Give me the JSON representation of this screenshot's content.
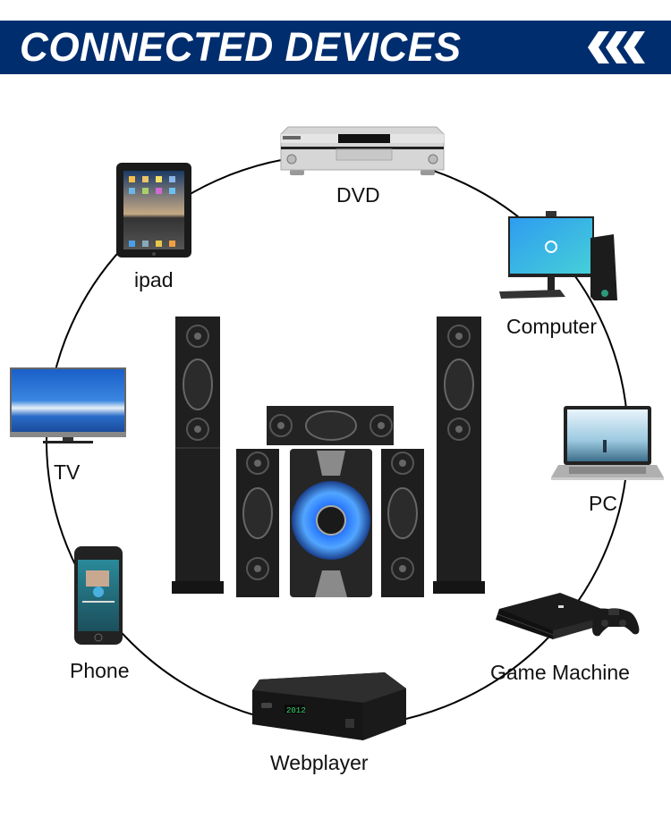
{
  "header": {
    "title": "CONNECTED DEVICES",
    "icon": "triple-chevron-left-icon",
    "background": "#002d6e",
    "text_color": "#ffffff"
  },
  "center": {
    "product": "home-theater-speaker-system",
    "accent_color": "#2f7fff"
  },
  "devices": [
    {
      "label": "DVD",
      "icon": "dvd-player-icon"
    },
    {
      "label": "ipad",
      "icon": "tablet-icon"
    },
    {
      "label": "Computer",
      "icon": "desktop-computer-icon"
    },
    {
      "label": "TV",
      "icon": "tv-icon"
    },
    {
      "label": "PC",
      "icon": "laptop-icon"
    },
    {
      "label": "Phone",
      "icon": "phone-icon"
    },
    {
      "label": "Game Machine",
      "icon": "game-console-icon"
    },
    {
      "label": "Webplayer",
      "icon": "set-top-box-icon"
    }
  ],
  "webplayer_display": "2012"
}
